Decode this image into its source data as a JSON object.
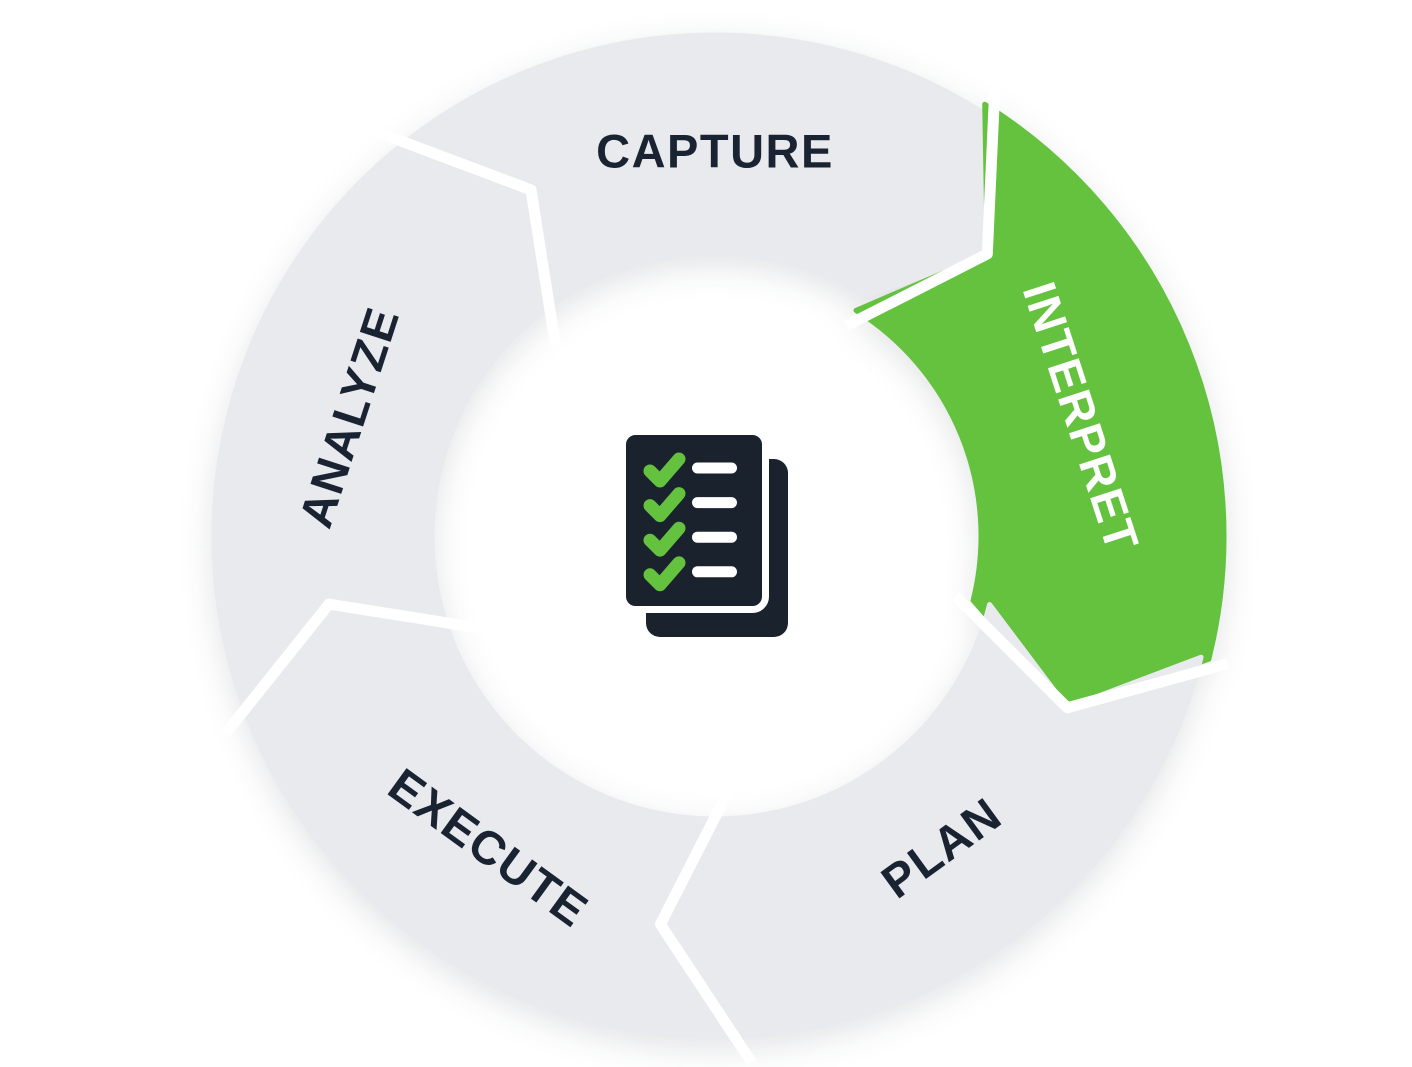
{
  "diagram": {
    "name": "process-cycle-diagram",
    "center_icon": "checklist-document-icon",
    "flow_direction": "clockwise",
    "highlighted_step": "INTERPRET",
    "segments": [
      {
        "label": "CAPTURE",
        "angle": 0,
        "highlighted": false
      },
      {
        "label": "INTERPRET",
        "angle": 72,
        "highlighted": true
      },
      {
        "label": "PLAN",
        "angle": 144,
        "highlighted": false
      },
      {
        "label": "EXECUTE",
        "angle": 216,
        "highlighted": false
      },
      {
        "label": "ANALYZE",
        "angle": 288,
        "highlighted": false
      }
    ],
    "icon": {
      "checkmark_rows": 4,
      "line_rows": 4
    },
    "colors": {
      "segment_default": "#e9eaee",
      "segment_highlight": "#64c23e",
      "label_dark": "#1a2332",
      "label_light": "#ffffff",
      "icon_dark": "#1a222e",
      "check_green": "#64c23e",
      "line_white": "#ffffff",
      "background": "#ffffff",
      "divider_white": "#ffffff"
    }
  }
}
